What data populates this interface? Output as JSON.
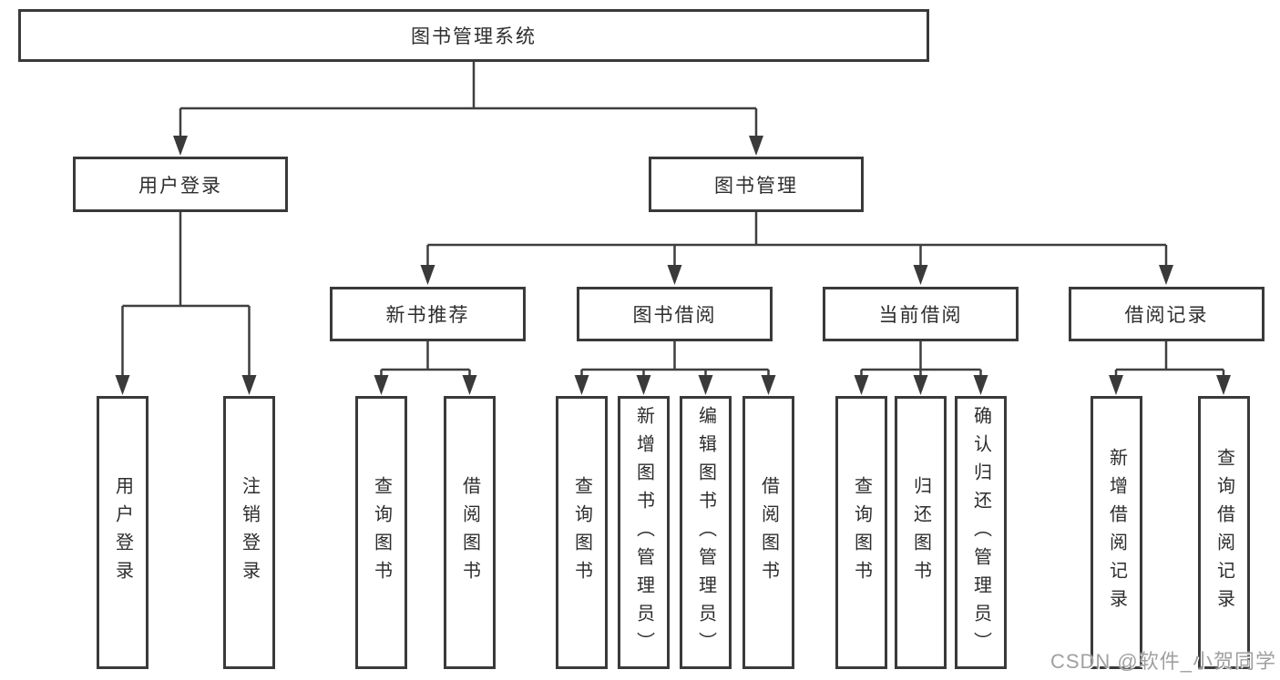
{
  "diagram_title": "图书管理系统",
  "tree": {
    "label": "图书管理系统",
    "children": [
      {
        "label": "用户登录",
        "children": [
          {
            "label": "用户登录"
          },
          {
            "label": "注销登录"
          }
        ]
      },
      {
        "label": "图书管理",
        "children": [
          {
            "label": "新书推荐",
            "children": [
              {
                "label": "查询图书"
              },
              {
                "label": "借阅图书"
              }
            ]
          },
          {
            "label": "图书借阅",
            "children": [
              {
                "label": "查询图书"
              },
              {
                "label": "新增图书（管理员）"
              },
              {
                "label": "编辑图书（管理员）"
              },
              {
                "label": "借阅图书"
              }
            ]
          },
          {
            "label": "当前借阅",
            "children": [
              {
                "label": "查询图书"
              },
              {
                "label": "归还图书"
              },
              {
                "label": "确认归还（管理员）"
              }
            ]
          },
          {
            "label": "借阅记录",
            "children": [
              {
                "label": "新增借阅记录"
              },
              {
                "label": "查询借阅记录"
              }
            ]
          }
        ]
      }
    ]
  },
  "watermark": {
    "text": "CSDN @软件_小贺同学"
  },
  "colors": {
    "background": "#ffffff",
    "box_border": "#3a3a3a",
    "connector_line": "#3f3f3f",
    "text": "#2d2d2d",
    "watermark_text": "#989898"
  }
}
